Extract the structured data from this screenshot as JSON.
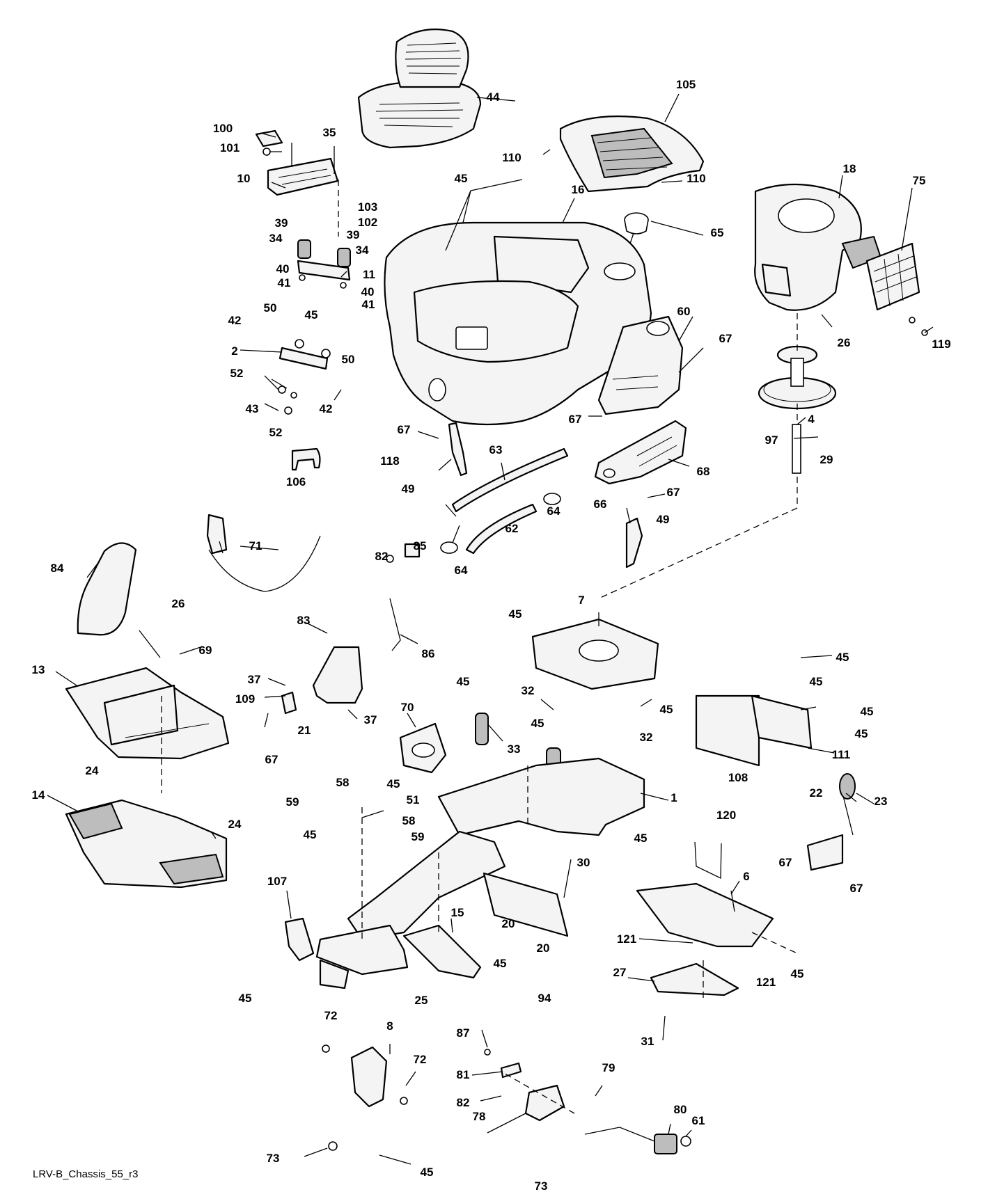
{
  "drawing_id": "LRV-B_Chassis_55_r3",
  "callouts": [
    {
      "id": "c-44",
      "label": "44"
    },
    {
      "id": "c-105",
      "label": "105"
    },
    {
      "id": "c-100",
      "label": "100"
    },
    {
      "id": "c-35",
      "label": "35"
    },
    {
      "id": "c-101",
      "label": "101"
    },
    {
      "id": "c-110a",
      "label": "110"
    },
    {
      "id": "c-10",
      "label": "10"
    },
    {
      "id": "c-45a",
      "label": "45"
    },
    {
      "id": "c-16",
      "label": "16"
    },
    {
      "id": "c-18",
      "label": "18"
    },
    {
      "id": "c-110b",
      "label": "110"
    },
    {
      "id": "c-103",
      "label": "103"
    },
    {
      "id": "c-102",
      "label": "102"
    },
    {
      "id": "c-75",
      "label": "75"
    },
    {
      "id": "c-39a",
      "label": "39"
    },
    {
      "id": "c-39b",
      "label": "39"
    },
    {
      "id": "c-65",
      "label": "65"
    },
    {
      "id": "c-34a",
      "label": "34"
    },
    {
      "id": "c-34b",
      "label": "34"
    },
    {
      "id": "c-40a",
      "label": "40"
    },
    {
      "id": "c-11",
      "label": "11"
    },
    {
      "id": "c-41a",
      "label": "41"
    },
    {
      "id": "c-40b",
      "label": "40"
    },
    {
      "id": "c-41b",
      "label": "41"
    },
    {
      "id": "c-50a",
      "label": "50"
    },
    {
      "id": "c-45b",
      "label": "45"
    },
    {
      "id": "c-60",
      "label": "60"
    },
    {
      "id": "c-42a",
      "label": "42"
    },
    {
      "id": "c-67a",
      "label": "67"
    },
    {
      "id": "c-26a",
      "label": "26"
    },
    {
      "id": "c-119",
      "label": "119"
    },
    {
      "id": "c-2",
      "label": "2"
    },
    {
      "id": "c-50b",
      "label": "50"
    },
    {
      "id": "c-52a",
      "label": "52"
    },
    {
      "id": "c-43",
      "label": "43"
    },
    {
      "id": "c-42b",
      "label": "42"
    },
    {
      "id": "c-52b",
      "label": "52"
    },
    {
      "id": "c-67b",
      "label": "67"
    },
    {
      "id": "c-4",
      "label": "4"
    },
    {
      "id": "c-97",
      "label": "97"
    },
    {
      "id": "c-67c",
      "label": "67"
    },
    {
      "id": "c-63",
      "label": "63"
    },
    {
      "id": "c-118",
      "label": "118"
    },
    {
      "id": "c-29",
      "label": "29"
    },
    {
      "id": "c-68",
      "label": "68"
    },
    {
      "id": "c-106",
      "label": "106"
    },
    {
      "id": "c-49a",
      "label": "49"
    },
    {
      "id": "c-66",
      "label": "66"
    },
    {
      "id": "c-67d",
      "label": "67"
    },
    {
      "id": "c-64a",
      "label": "64"
    },
    {
      "id": "c-62",
      "label": "62"
    },
    {
      "id": "c-49b",
      "label": "49"
    },
    {
      "id": "c-71",
      "label": "71"
    },
    {
      "id": "c-84",
      "label": "84"
    },
    {
      "id": "c-82a",
      "label": "82"
    },
    {
      "id": "c-85",
      "label": "85"
    },
    {
      "id": "c-64b",
      "label": "64"
    },
    {
      "id": "c-7",
      "label": "7"
    },
    {
      "id": "c-26b",
      "label": "26"
    },
    {
      "id": "c-45c",
      "label": "45"
    },
    {
      "id": "c-83",
      "label": "83"
    },
    {
      "id": "c-86",
      "label": "86"
    },
    {
      "id": "c-69",
      "label": "69"
    },
    {
      "id": "c-13",
      "label": "13"
    },
    {
      "id": "c-45d",
      "label": "45"
    },
    {
      "id": "c-45e",
      "label": "45"
    },
    {
      "id": "c-37a",
      "label": "37"
    },
    {
      "id": "c-32a",
      "label": "32"
    },
    {
      "id": "c-45f",
      "label": "45"
    },
    {
      "id": "c-109",
      "label": "109"
    },
    {
      "id": "c-70",
      "label": "70"
    },
    {
      "id": "c-45g",
      "label": "45"
    },
    {
      "id": "c-21",
      "label": "21"
    },
    {
      "id": "c-37b",
      "label": "37"
    },
    {
      "id": "c-45h",
      "label": "45"
    },
    {
      "id": "c-45i",
      "label": "45"
    },
    {
      "id": "c-45j",
      "label": "45"
    },
    {
      "id": "c-32b",
      "label": "32"
    },
    {
      "id": "c-67e",
      "label": "67"
    },
    {
      "id": "c-33",
      "label": "33"
    },
    {
      "id": "c-111",
      "label": "111"
    },
    {
      "id": "c-24a",
      "label": "24"
    },
    {
      "id": "c-108",
      "label": "108"
    },
    {
      "id": "c-14",
      "label": "14"
    },
    {
      "id": "c-58a",
      "label": "58"
    },
    {
      "id": "c-45k",
      "label": "45"
    },
    {
      "id": "c-1",
      "label": "1"
    },
    {
      "id": "c-22",
      "label": "22"
    },
    {
      "id": "c-51",
      "label": "51"
    },
    {
      "id": "c-23",
      "label": "23"
    },
    {
      "id": "c-59a",
      "label": "59"
    },
    {
      "id": "c-120",
      "label": "120"
    },
    {
      "id": "c-58b",
      "label": "58"
    },
    {
      "id": "c-24b",
      "label": "24"
    },
    {
      "id": "c-45l",
      "label": "45"
    },
    {
      "id": "c-59b",
      "label": "59"
    },
    {
      "id": "c-45m",
      "label": "45"
    },
    {
      "id": "c-30",
      "label": "30"
    },
    {
      "id": "c-67f",
      "label": "67"
    },
    {
      "id": "c-107",
      "label": "107"
    },
    {
      "id": "c-6",
      "label": "6"
    },
    {
      "id": "c-67g",
      "label": "67"
    },
    {
      "id": "c-15",
      "label": "15"
    },
    {
      "id": "c-20a",
      "label": "20"
    },
    {
      "id": "c-121a",
      "label": "121"
    },
    {
      "id": "c-20b",
      "label": "20"
    },
    {
      "id": "c-45n",
      "label": "45"
    },
    {
      "id": "c-27",
      "label": "27"
    },
    {
      "id": "c-121b",
      "label": "121"
    },
    {
      "id": "c-45o",
      "label": "45"
    },
    {
      "id": "c-45p",
      "label": "45"
    },
    {
      "id": "c-25",
      "label": "25"
    },
    {
      "id": "c-94",
      "label": "94"
    },
    {
      "id": "c-72a",
      "label": "72"
    },
    {
      "id": "c-8",
      "label": "8"
    },
    {
      "id": "c-31",
      "label": "31"
    },
    {
      "id": "c-87",
      "label": "87"
    },
    {
      "id": "c-81",
      "label": "81"
    },
    {
      "id": "c-72b",
      "label": "72"
    },
    {
      "id": "c-82b",
      "label": "82"
    },
    {
      "id": "c-79",
      "label": "79"
    },
    {
      "id": "c-78",
      "label": "78"
    },
    {
      "id": "c-80",
      "label": "80"
    },
    {
      "id": "c-61",
      "label": "61"
    },
    {
      "id": "c-73a",
      "label": "73"
    },
    {
      "id": "c-45q",
      "label": "45"
    },
    {
      "id": "c-73b",
      "label": "73"
    }
  ]
}
